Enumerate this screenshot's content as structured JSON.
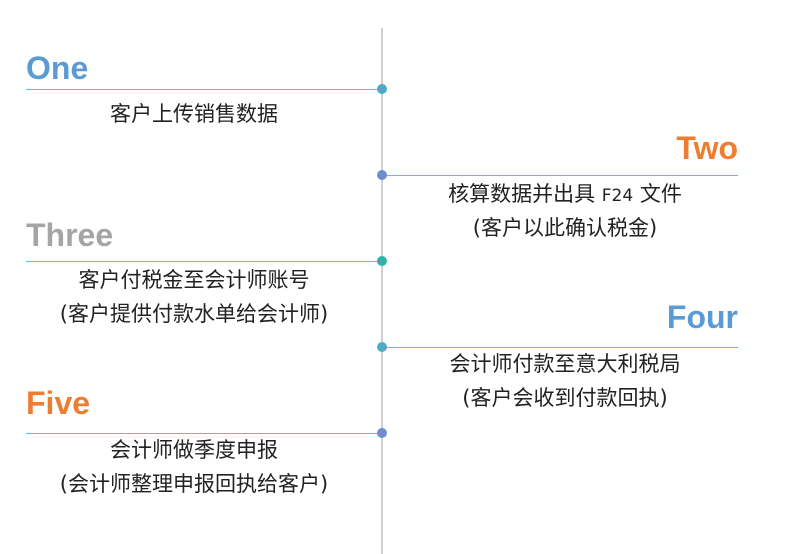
{
  "steps": [
    {
      "title": "One",
      "title_color": "#5b9bd5",
      "dot_color": "#4bacc6",
      "line1": "客户上传销售数据",
      "line2": ""
    },
    {
      "title": "Two",
      "title_color": "#ed7d31",
      "dot_color": "#6a8fd0",
      "line1_a": "核算数据并出具",
      "line1_code": "F24",
      "line1_b": "文件",
      "line2": "(客户以此确认税金)"
    },
    {
      "title": "Three",
      "title_color": "#a5a5a5",
      "dot_color": "#2bb5a6",
      "line1": "客户付税金至会计师账号",
      "line2": "(客户提供付款水单给会计师)"
    },
    {
      "title": "Four",
      "title_color": "#5b9bd5",
      "dot_color": "#4bacc6",
      "line1": "会计师付款至意大利税局",
      "line2": "(客户会收到付款回执)"
    },
    {
      "title": "Five",
      "title_color": "#ed7d31",
      "dot_color": "#6a8fd0",
      "line1": "会计师做季度申报",
      "line2": "(会计师整理申报回执给客户)"
    }
  ],
  "line_color": "#5bc0de"
}
